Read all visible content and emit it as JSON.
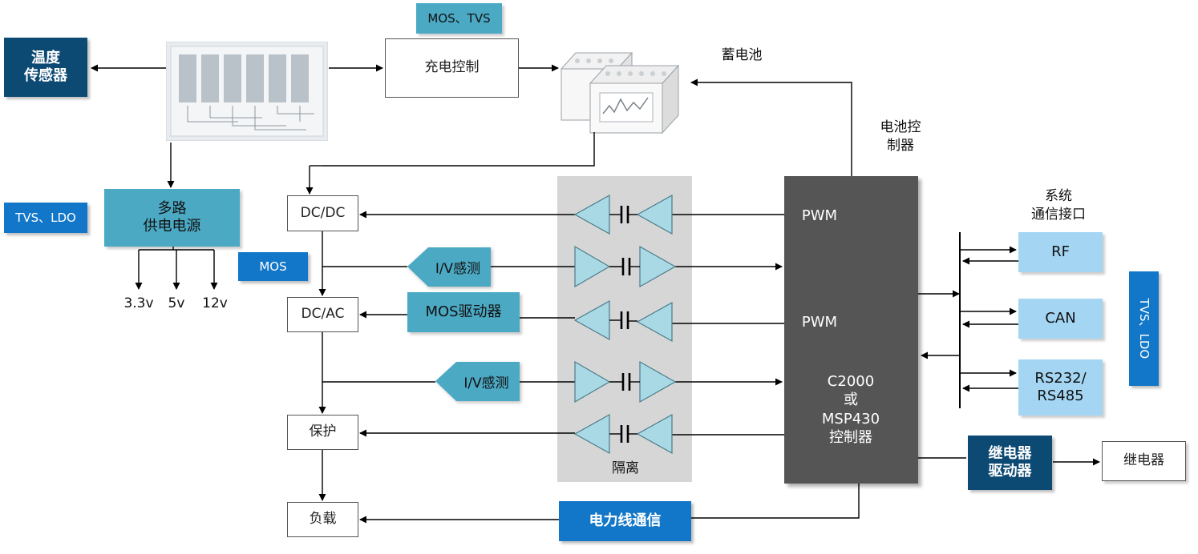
{
  "labels": {
    "temp_sensor": "温度\n传感器",
    "mos_tvs": "MOS、TVS",
    "charge_ctrl": "充电控制",
    "battery": "蓄电池",
    "battery_controller": "电池控\n制器",
    "tvs_ldo_left": "TVS、LDO",
    "multi_power": "多路\n供电电源",
    "dcdc": "DC/DC",
    "mos": "MOS",
    "iv_sense_1": "I/V感测",
    "dcac": "DC/AC",
    "mos_driver": "MOS驱动器",
    "iv_sense_2": "I/V感测",
    "protect": "保护",
    "load": "负载",
    "isolation": "隔离",
    "plc": "电力线通信",
    "pwm_1": "PWM",
    "pwm_2": "PWM",
    "mcu": "C2000\n或\nMSP430\n控制器",
    "sys_comm": "系统\n通信接口",
    "rf": "RF",
    "can": "CAN",
    "rs": "RS232/\nRS485",
    "tvs_ldo_right": "TVS、LDO",
    "relay_driver": "继电器\n驱动器",
    "relay": "继电器",
    "v33": "3.3v",
    "v5": "5v",
    "v12": "12v"
  },
  "colors": {
    "navy": "#0d4a73",
    "teal": "#4ba9c4",
    "blue": "#1277c8",
    "light_blue": "#a4d6f4",
    "mcu_gray": "#555555",
    "isolation_gray": "#d6d6d6",
    "buffer_fill": "#a9d9e5"
  },
  "icons": {
    "solar_panel": "solar-panel-icon",
    "battery": "battery-icon",
    "capacitor": "capacitor-icon",
    "buffer": "buffer-triangle-icon"
  }
}
